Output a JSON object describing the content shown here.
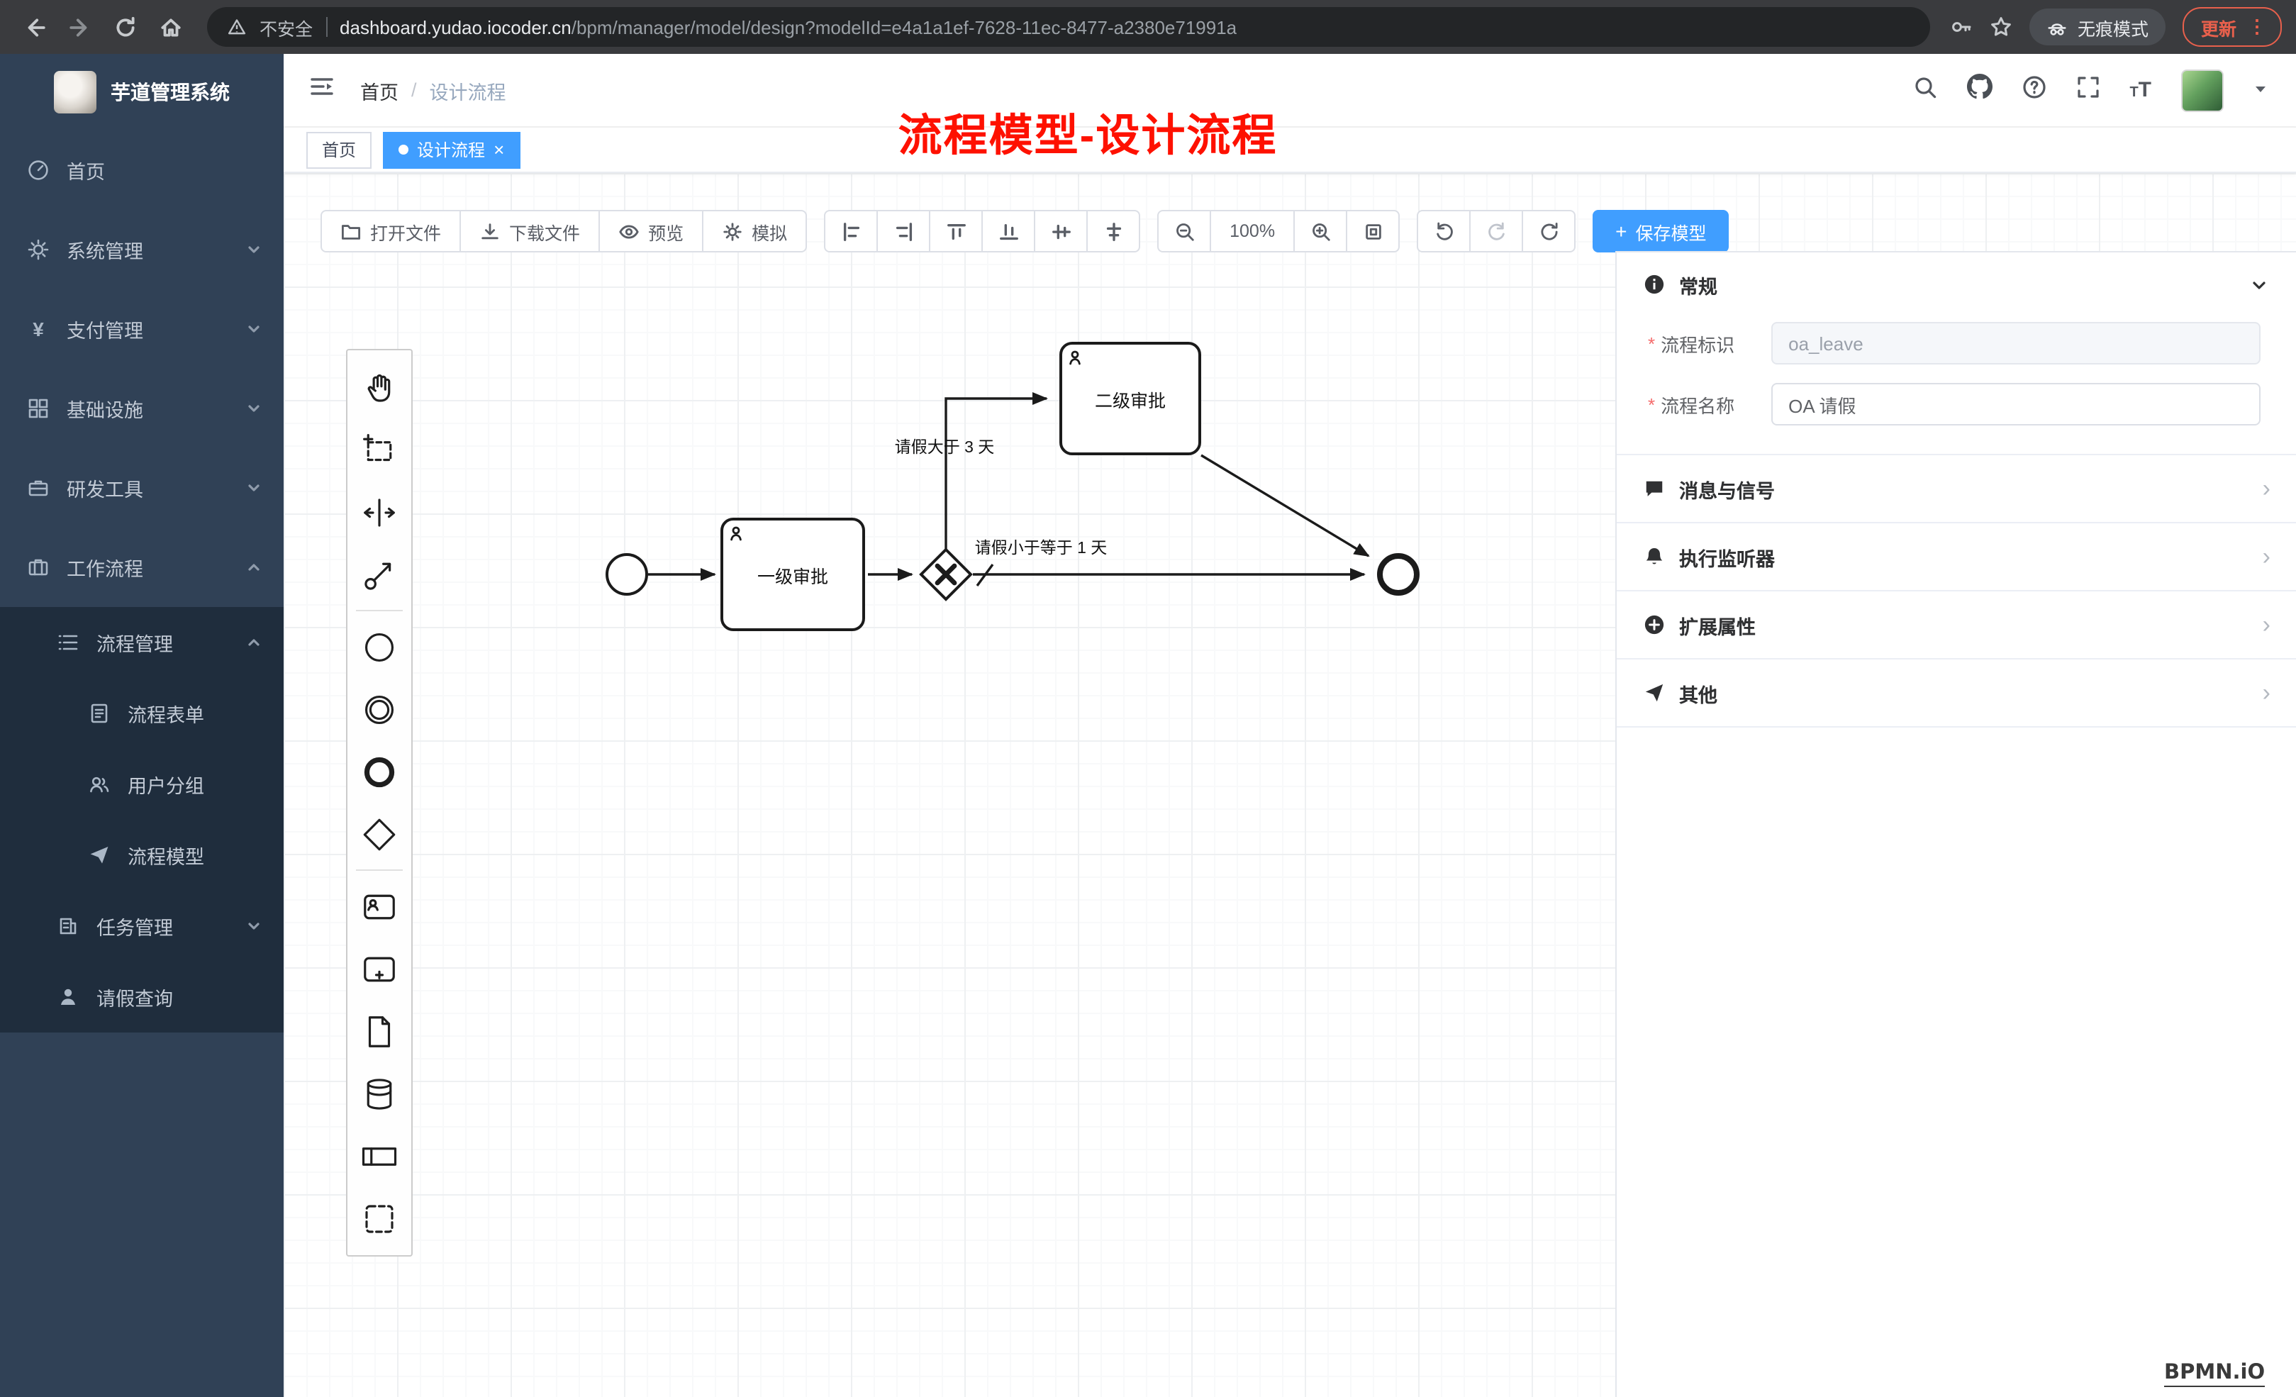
{
  "browser": {
    "security_label": "不安全",
    "url_domain": "dashboard.yudao.iocoder.cn",
    "url_path": "/bpm/manager/model/design?modelId=e4a1a1ef-7628-11ec-8477-a2380e71991a",
    "incognito_label": "无痕模式",
    "update_label": "更新"
  },
  "sidebar": {
    "title": "芋道管理系统",
    "items": [
      {
        "label": "首页"
      },
      {
        "label": "系统管理"
      },
      {
        "label": "支付管理"
      },
      {
        "label": "基础设施"
      },
      {
        "label": "研发工具"
      },
      {
        "label": "工作流程"
      },
      {
        "label": "流程管理"
      },
      {
        "label": "流程表单"
      },
      {
        "label": "用户分组"
      },
      {
        "label": "流程模型"
      },
      {
        "label": "任务管理"
      },
      {
        "label": "请假查询"
      }
    ]
  },
  "header": {
    "breadcrumb_home": "首页",
    "breadcrumb_current": "设计流程",
    "annotation": "流程模型-设计流程"
  },
  "tags": {
    "home": "首页",
    "current": "设计流程"
  },
  "toolbar": {
    "open_label": "打开文件",
    "download_label": "下载文件",
    "preview_label": "预览",
    "simulate_label": "模拟",
    "zoom_level": "100%",
    "save_label": "保存模型"
  },
  "diagram": {
    "task1_label": "一级审批",
    "task2_label": "二级审批",
    "flow_label_gt": "请假大于 3 天",
    "flow_label_lte": "请假小于等于 1 天"
  },
  "panel": {
    "general_title": "常规",
    "field_key_label": "流程标识",
    "field_key_value": "oa_leave",
    "field_name_label": "流程名称",
    "field_name_value": "OA 请假",
    "sections": [
      {
        "label": "消息与信号"
      },
      {
        "label": "执行监听器"
      },
      {
        "label": "扩展属性"
      },
      {
        "label": "其他"
      }
    ]
  },
  "watermark": "BPMN.iO",
  "colors": {
    "accent": "#409eff",
    "sidebar": "#304156",
    "annotation": "#fe1100"
  }
}
